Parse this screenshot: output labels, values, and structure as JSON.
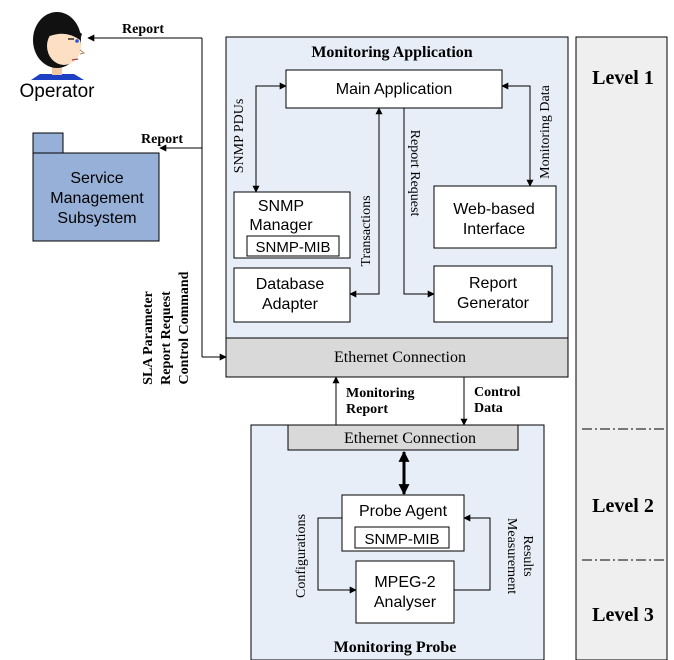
{
  "operator": {
    "label": "Operator"
  },
  "service_management": {
    "label_lines": [
      "Service",
      "Management",
      "Subsystem"
    ]
  },
  "arrows_left": {
    "report_top": "Report",
    "report_mid": "Report"
  },
  "left_commands": [
    "SLA Parameter",
    "Report Request",
    "Control Command"
  ],
  "monitoring_app": {
    "title": "Monitoring Application",
    "main_application": "Main Application",
    "snmp_manager_lines": [
      "SNMP",
      "Manager"
    ],
    "snmp_mib": "SNMP-MIB",
    "database_adapter_lines": [
      "Database",
      "Adapter"
    ],
    "web_interface_lines": [
      "Web-based",
      "Interface"
    ],
    "report_generator_lines": [
      "Report",
      "Generator"
    ],
    "ethernet": "Ethernet Connection",
    "flow_labels": {
      "snmp_pdus": "SNMP PDUs",
      "transactions": "Transactions",
      "report_request": "Report Request",
      "monitoring_data": "Monitoring Data"
    }
  },
  "between": {
    "monitoring_report_lines": [
      "Monitoring",
      "Report"
    ],
    "control_data_lines": [
      "Control",
      "Data"
    ]
  },
  "probe": {
    "ethernet": "Ethernet Connection",
    "probe_agent": "Probe Agent",
    "snmp_mib": "SNMP-MIB",
    "analyser_lines": [
      "MPEG-2",
      "Analyser"
    ],
    "configurations": "Configurations",
    "measurement_results_lines": [
      "Measurement",
      "Results"
    ],
    "title": "Monitoring Probe"
  },
  "levels": [
    "Level 1",
    "Level 2",
    "Level 3"
  ],
  "colors": {
    "app_bg": "#e8eef7",
    "ethernet_bg": "#d9d9d9",
    "sms_fill": "#97b0d8",
    "levels_bg": "#efefef",
    "operator_shirt": "#1c3fc4"
  }
}
